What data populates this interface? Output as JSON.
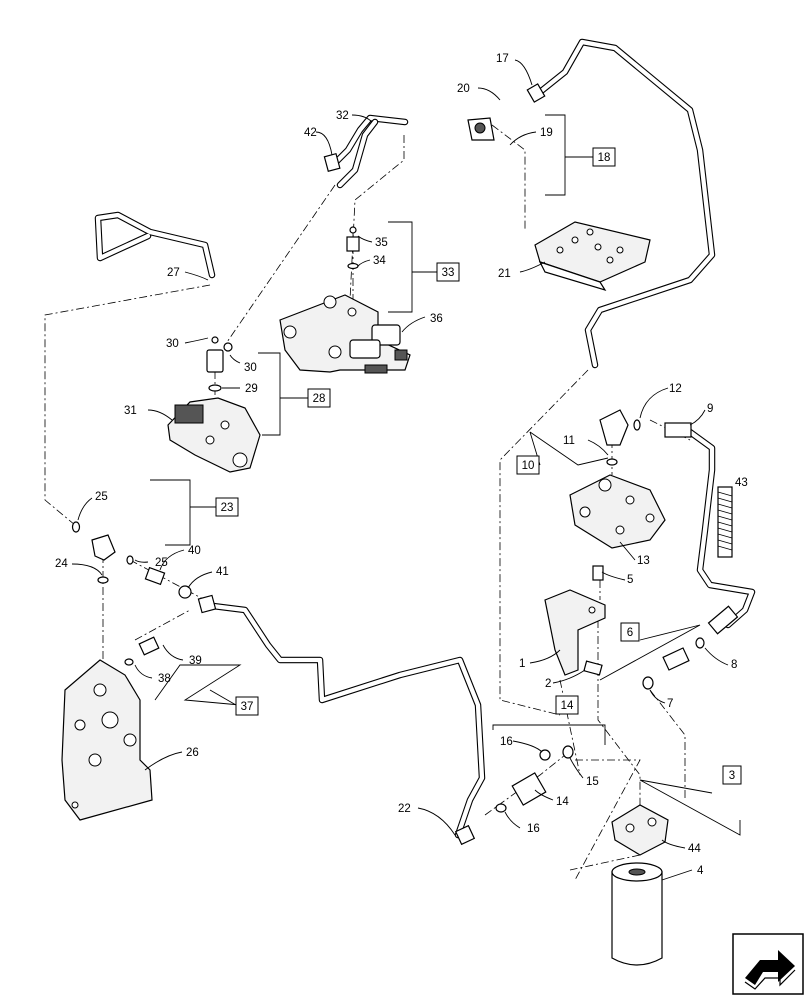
{
  "callouts": {
    "n1": "1",
    "n2": "2",
    "n3": "3",
    "n4": "4",
    "n5": "5",
    "n6": "6",
    "n7": "7",
    "n8": "8",
    "n9": "9",
    "n10": "10",
    "n11": "11",
    "n12": "12",
    "n13": "13",
    "n14": "14",
    "n14b": "14",
    "n15": "15",
    "n16a": "16",
    "n16b": "16",
    "n17": "17",
    "n18": "18",
    "n19": "19",
    "n20": "20",
    "n21": "21",
    "n22": "22",
    "n23": "23",
    "n24": "24",
    "n25a": "25",
    "n25b": "25",
    "n26": "26",
    "n27": "27",
    "n28": "28",
    "n29": "29",
    "n30a": "30",
    "n30b": "30",
    "n31": "31",
    "n32": "32",
    "n33": "33",
    "n34": "34",
    "n35": "35",
    "n36": "36",
    "n37": "37",
    "n38": "38",
    "n39": "39",
    "n40": "40",
    "n41": "41",
    "n42": "42",
    "n43": "43",
    "n44": "44"
  },
  "icons": {
    "nav_arrow": "next-page-arrow-icon"
  }
}
